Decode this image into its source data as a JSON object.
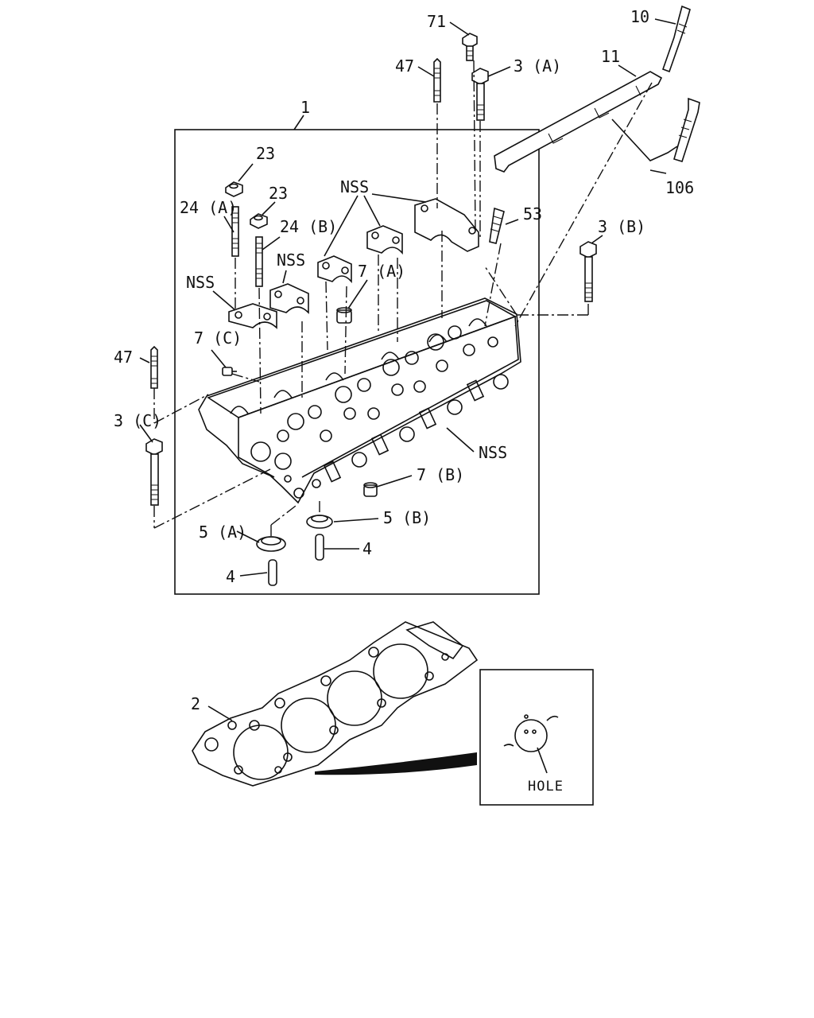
{
  "callouts": {
    "c71": "71",
    "c10": "10",
    "c11": "11",
    "c47_top": "47",
    "c3a": "3 (A)",
    "c1": "1",
    "c106": "106",
    "c23_a": "23",
    "c23_b": "23",
    "c24a": "24 (A)",
    "c24b": "24 (B)",
    "c53": "53",
    "c3b": "3 (B)",
    "nss_top": "NSS",
    "nss_mid": "NSS",
    "nss_left": "NSS",
    "c7a": "7 (A)",
    "c7c": "7 (C)",
    "c47_left": "47",
    "c3c": "3 (C)",
    "nss_side": "NSS",
    "c7b": "7 (B)",
    "c5b": "5 (B)",
    "c5a": "5 (A)",
    "c4_right": "4",
    "c4_left": "4",
    "c2": "2",
    "hole": "HOLE"
  },
  "colors": {
    "ink": "#111111",
    "paper": "#ffffff"
  }
}
